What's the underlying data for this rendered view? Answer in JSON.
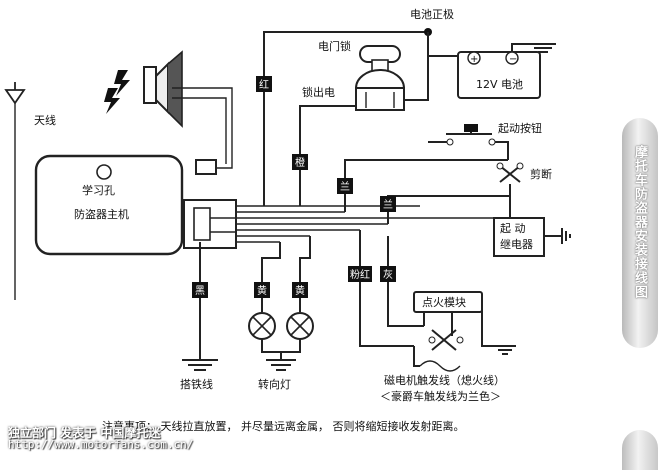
{
  "labels": {
    "battery_positive": "电池正极",
    "door_lock": "电门锁",
    "lock_out": "锁出电",
    "battery": "12V 电池",
    "antenna": "天线",
    "learn_hole": "学习孔",
    "main_unit": "防盗器主机",
    "start_button": "起动按钮",
    "cut": "剪断",
    "relay_line1": "起  动",
    "relay_line2": "继电器",
    "ignition_module": "点火模块",
    "ground_wire": "搭铁线",
    "turn_lamp": "转向灯",
    "magneto_line": "磁电机触发线（熄火线）",
    "haojue_line": "＜豪爵车触发线为兰色＞"
  },
  "wire_tags": {
    "red": "红",
    "orange": "橙",
    "blue_1": "兰",
    "blue_2": "兰",
    "black": "黑",
    "yellow_1": "黄",
    "yellow_2": "黄",
    "pink_red": "粉红",
    "gray": "灰"
  },
  "note": "注意事项：  天线拉直放置，  并尽量远离金属，  否则将缩短接收发射距离。",
  "watermark": {
    "line1": "独立部门  发表于  中国摩托迷",
    "line2": "http://www.motorfans.com.cn/"
  },
  "side_watermark": "摩托车防盗器安装接线图",
  "icons": [
    "antenna-icon",
    "speaker-icon",
    "sound-wave-icon",
    "lamp-icon",
    "ground-icon",
    "switch-icon",
    "led-icon"
  ]
}
